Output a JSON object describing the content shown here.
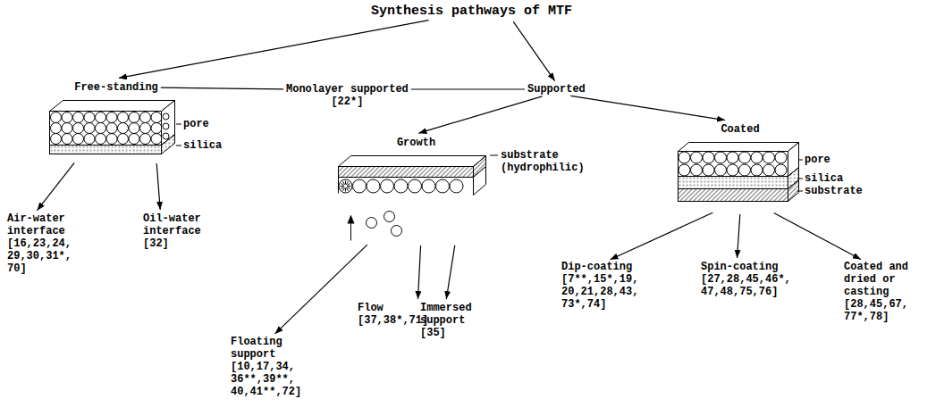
{
  "diagram": {
    "nodes": [
      {
        "text": [
          "Synthesis pathways of MTF"
        ]
      },
      {
        "text": [
          "Free-standing"
        ]
      },
      {
        "text": [
          "Monolayer supported [22*]"
        ]
      },
      {
        "text": [
          "Supported"
        ]
      },
      {
        "text": [
          "Growth"
        ]
      },
      {
        "text": [
          "Coated"
        ]
      },
      {
        "text": [
          "Air-water interface [16,23,24, 29,30,31*, 70]"
        ]
      },
      {
        "text": [
          "Oil-water interface [32]"
        ]
      },
      {
        "text": [
          "Floating support [10,17,34, 36**,39**, 40,41**,72]"
        ]
      },
      {
        "text": [
          "Flow [37,38*,71]"
        ]
      },
      {
        "text": [
          "Immersed support [35]"
        ]
      },
      {
        "text": [
          "Dip-coating [7**,15*,19, 20,21,28,43, 73*,74]"
        ]
      },
      {
        "text": [
          "Spin-coating [27,28,45,46*, 47,48,75,76]"
        ]
      },
      {
        "text": [
          "Coated and dried or casting [28,45,67, 77*,78]"
        ]
      }
    ],
    "edges": [
      {
        "from": 0,
        "to": 1,
        "arrow": "to"
      },
      {
        "from": 0,
        "to": 3,
        "arrow": "to"
      },
      {
        "from": 1,
        "to": 2,
        "arrow": "none"
      },
      {
        "from": 2,
        "to": 3,
        "arrow": "none"
      },
      {
        "from": 3,
        "to": 4,
        "arrow": "to"
      },
      {
        "from": 3,
        "to": 5,
        "arrow": "to"
      },
      {
        "from": 1,
        "to": 6,
        "arrow": "to"
      },
      {
        "from": 1,
        "to": 7,
        "arrow": "to"
      },
      {
        "from": 4,
        "to": 8,
        "arrow": "to"
      },
      {
        "from": 4,
        "to": 9,
        "arrow": "to"
      },
      {
        "from": 4,
        "to": 10,
        "arrow": "to"
      },
      {
        "from": 5,
        "to": 11,
        "arrow": "to"
      },
      {
        "from": 5,
        "to": 12,
        "arrow": "to"
      },
      {
        "from": 5,
        "to": 13,
        "arrow": "to"
      }
    ],
    "labels": [
      "pore",
      "silica",
      "substrate (hydrophilic)",
      "pore",
      "silica",
      "substrate"
    ]
  }
}
